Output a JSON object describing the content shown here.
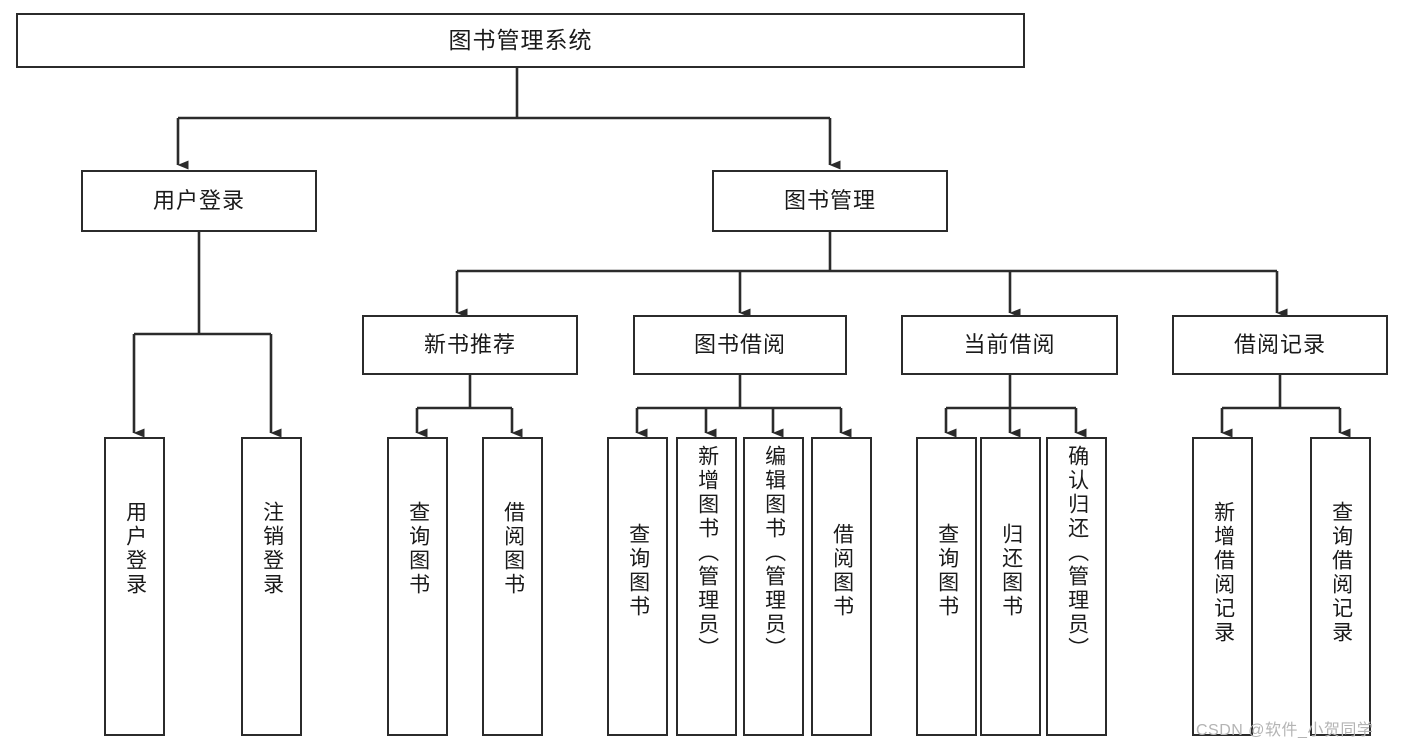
{
  "diagram": {
    "type": "tree-hierarchy",
    "title": "图书管理系统",
    "root": {
      "label": "图书管理系统"
    },
    "level1": [
      {
        "label": "用户登录"
      },
      {
        "label": "图书管理"
      }
    ],
    "level2": [
      {
        "label": "新书推荐"
      },
      {
        "label": "图书借阅"
      },
      {
        "label": "当前借阅"
      },
      {
        "label": "借阅记录"
      }
    ],
    "leaves": {
      "user_login": [
        {
          "label": "用户登录"
        },
        {
          "label": "注销登录"
        }
      ],
      "new_book_recommend": [
        {
          "label": "查询图书"
        },
        {
          "label": "借阅图书"
        }
      ],
      "book_borrow": [
        {
          "label": "查询图书"
        },
        {
          "label": "新增图书（管理员）"
        },
        {
          "label": "编辑图书（管理员）"
        },
        {
          "label": "借阅图书"
        }
      ],
      "current_borrow": [
        {
          "label": "查询图书"
        },
        {
          "label": "归还图书"
        },
        {
          "label": "确认归还（管理员）"
        }
      ],
      "borrow_record": [
        {
          "label": "新增借阅记录"
        },
        {
          "label": "查询借阅记录"
        }
      ]
    },
    "watermark": "CSDN @软件_小贺同学",
    "colors": {
      "stroke": "#2b2b2b",
      "fill": "#ffffff",
      "text": "#1a1a1a",
      "watermark": "#b4b4b4"
    }
  }
}
